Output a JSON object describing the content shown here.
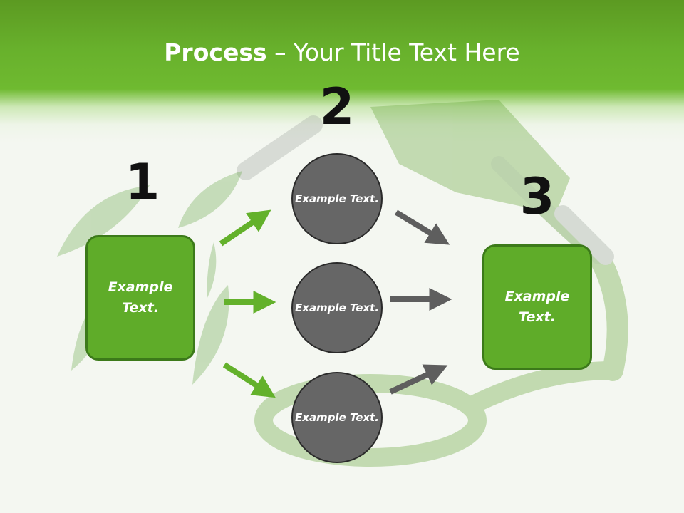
{
  "slide": {
    "title_bold": "Process",
    "title_rest": " – Your Title Text Here"
  },
  "steps": [
    {
      "number": "1",
      "box_label": "Example Text."
    },
    {
      "number": "2",
      "items": [
        "Example Text.",
        "Example Text.",
        "Example Text."
      ]
    },
    {
      "number": "3",
      "box_label": "Example Text."
    }
  ],
  "colors": {
    "header_green": "#6fba30",
    "box_green": "#5fac29",
    "box_border": "#3c7a1a",
    "circle_gray": "#666666",
    "arrow_green": "#63b12b",
    "arrow_gray": "#5e5e5e"
  }
}
